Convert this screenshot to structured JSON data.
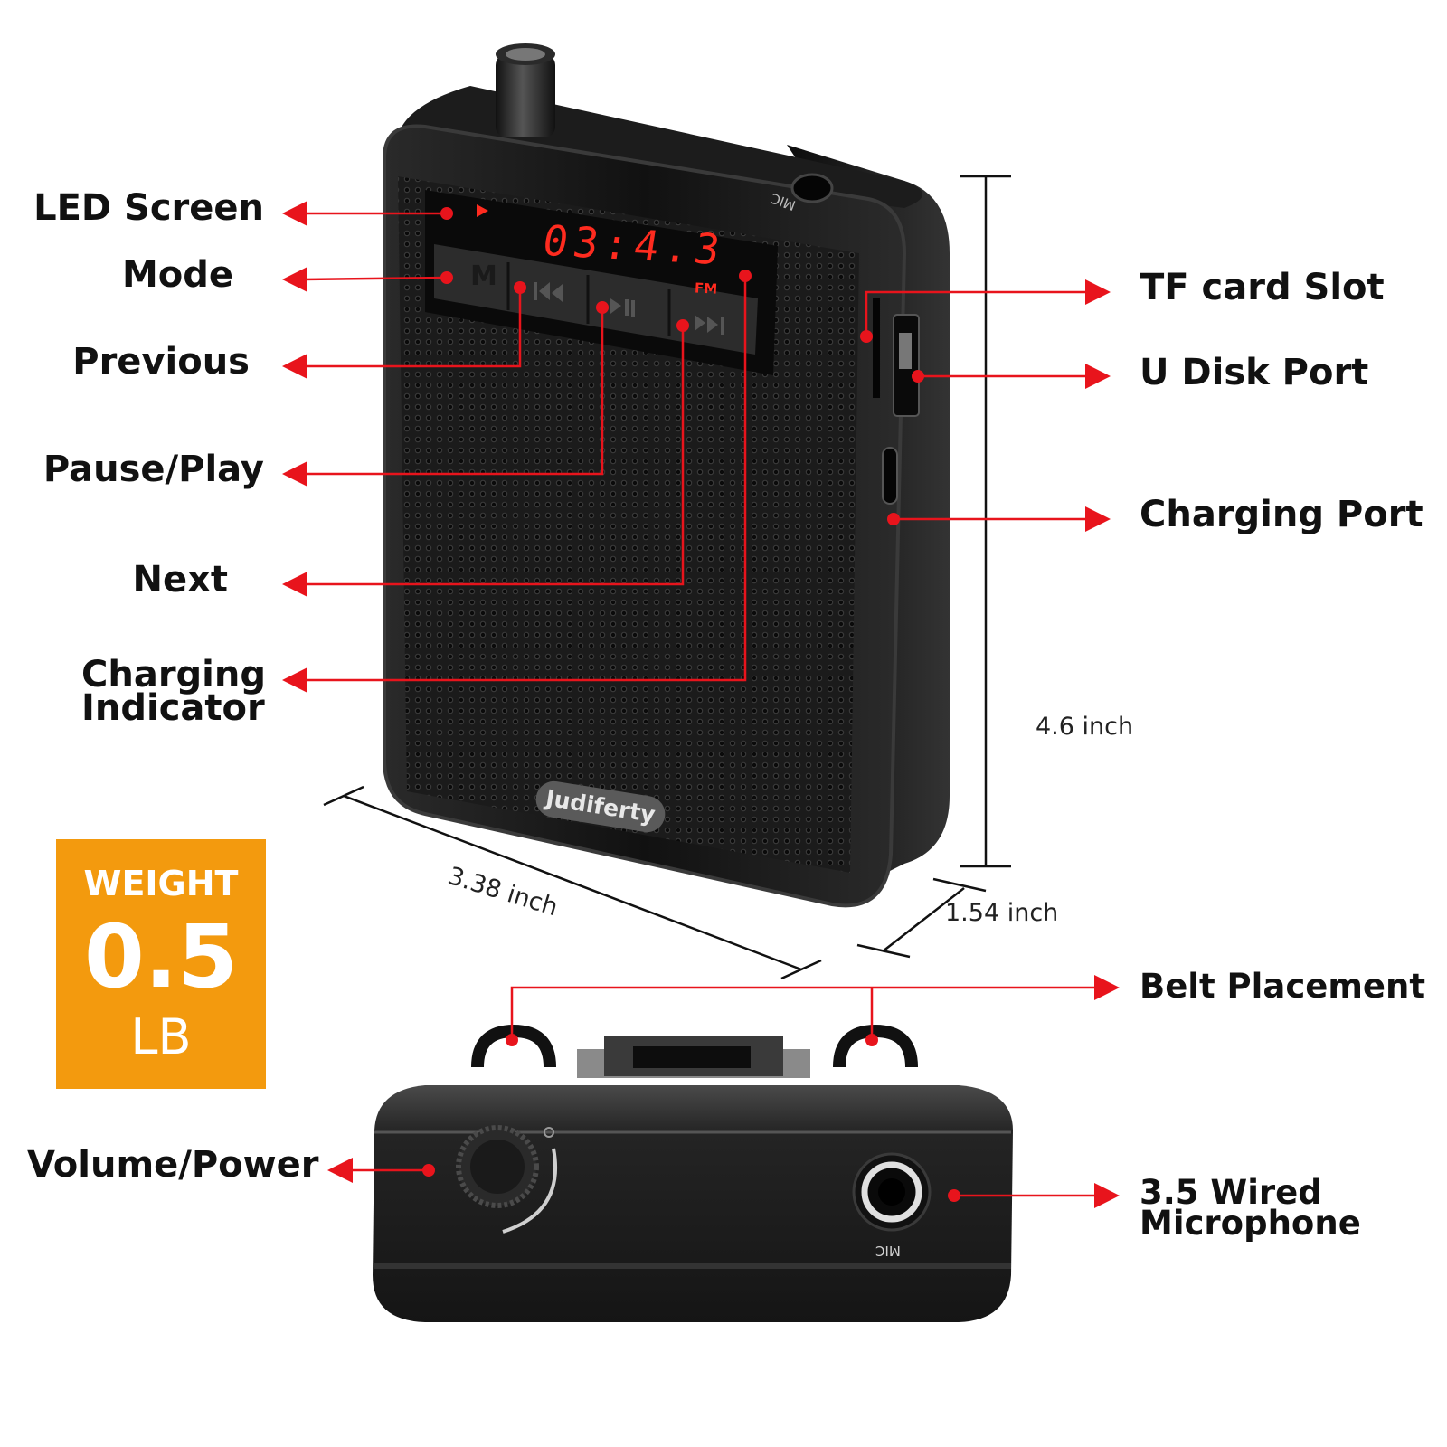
{
  "labels_left": {
    "led_screen": "LED Screen",
    "mode": "Mode",
    "previous": "Previous",
    "pause_play": "Pause/Play",
    "next": "Next",
    "charging_indicator_line1": "Charging",
    "charging_indicator_line2": "Indicator",
    "volume_power": "Volume/Power"
  },
  "labels_right": {
    "tf_card_slot": "TF card Slot",
    "u_disk_port": "U Disk Port",
    "charging_port": "Charging Port",
    "belt_placement": "Belt Placement",
    "wired_mic_line1": "3.5 Wired",
    "wired_mic_line2": "Microphone"
  },
  "dimensions": {
    "height": "4.6 inch",
    "width": "3.38 inch",
    "depth": "1.54 inch"
  },
  "weight": {
    "title": "WEIGHT",
    "value": "0.5",
    "unit": "LB"
  },
  "device": {
    "brand": "Judiferty",
    "led_display": "03:4.3",
    "led_mode": "FM",
    "mode_button": "M",
    "mic_label_top": "MIC",
    "mic_label_bottom": "MIC"
  },
  "colors": {
    "callout_red": "#e8141c",
    "weight_orange": "#f39a0e",
    "device_black": "#141414"
  }
}
